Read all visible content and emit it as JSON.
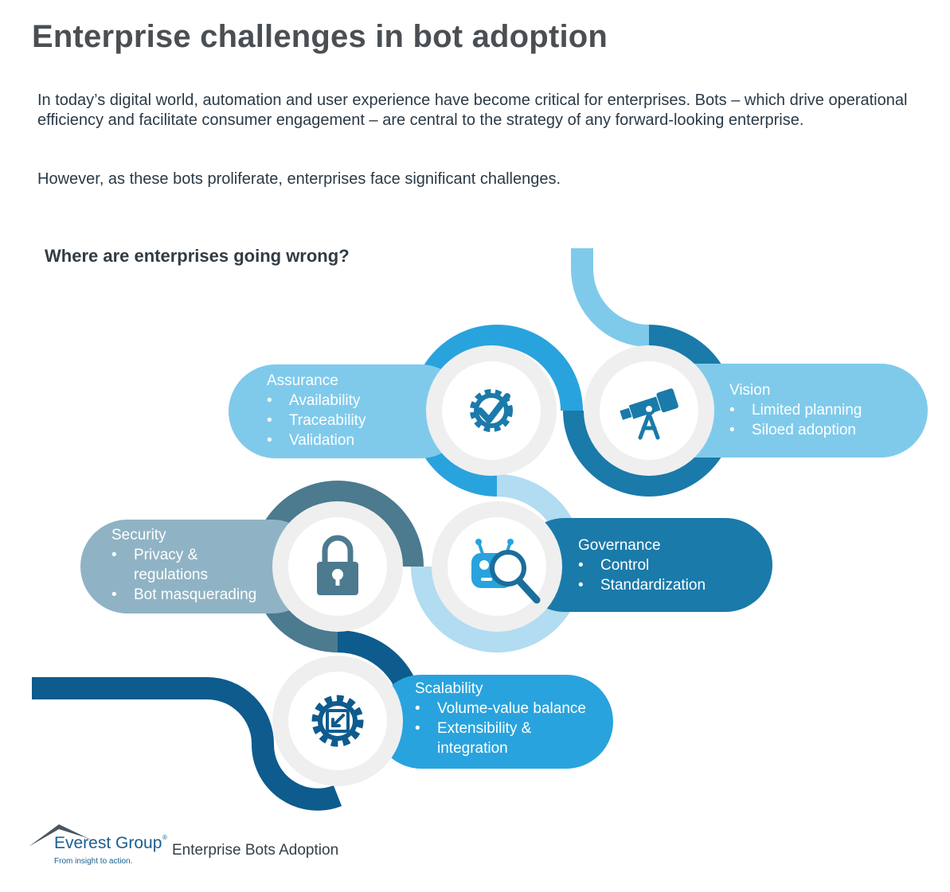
{
  "title": "Enterprise challenges in bot adoption",
  "intro": "In today’s digital world, automation and user experience have become critical for enterprises. Bots – which drive operational efficiency and facilitate consumer engagement – are central to the strategy of any forward-looking enterprise.",
  "intro2": "However, as these bots proliferate, enterprises face significant challenges.",
  "question": "Where are enterprises going wrong?",
  "colors": {
    "light_blue": "#7fcaeb",
    "mid_blue": "#29a3dd",
    "dark_blue": "#1a7aaa",
    "navy": "#0e5b8e",
    "slate": "#4c7a8f",
    "slate_light": "#8fb3c4",
    "pale_blue": "#b1dcf1",
    "circle_fill": "#efefef"
  },
  "challenges": [
    {
      "id": "assurance",
      "heading": "Assurance",
      "icon": "gear-check-icon",
      "items": [
        "Availability",
        "Traceability",
        "Validation"
      ]
    },
    {
      "id": "vision",
      "heading": "Vision",
      "icon": "telescope-icon",
      "items": [
        "Limited planning",
        "Siloed adoption"
      ]
    },
    {
      "id": "security",
      "heading": "Security",
      "icon": "padlock-icon",
      "items": [
        "Privacy & regulations",
        "Bot masquerading"
      ]
    },
    {
      "id": "governance",
      "heading": "Governance",
      "icon": "robot-magnifier-icon",
      "items": [
        "Control",
        "Standardization"
      ]
    },
    {
      "id": "scalability",
      "heading": "Scalability",
      "icon": "gear-expand-icon",
      "items": [
        "Volume-value balance",
        "Extensibility & integration"
      ]
    }
  ],
  "footer": {
    "company": "Everest Group",
    "registered": "®",
    "tagline": "From insight to action.",
    "report": "Enterprise Bots Adoption"
  }
}
